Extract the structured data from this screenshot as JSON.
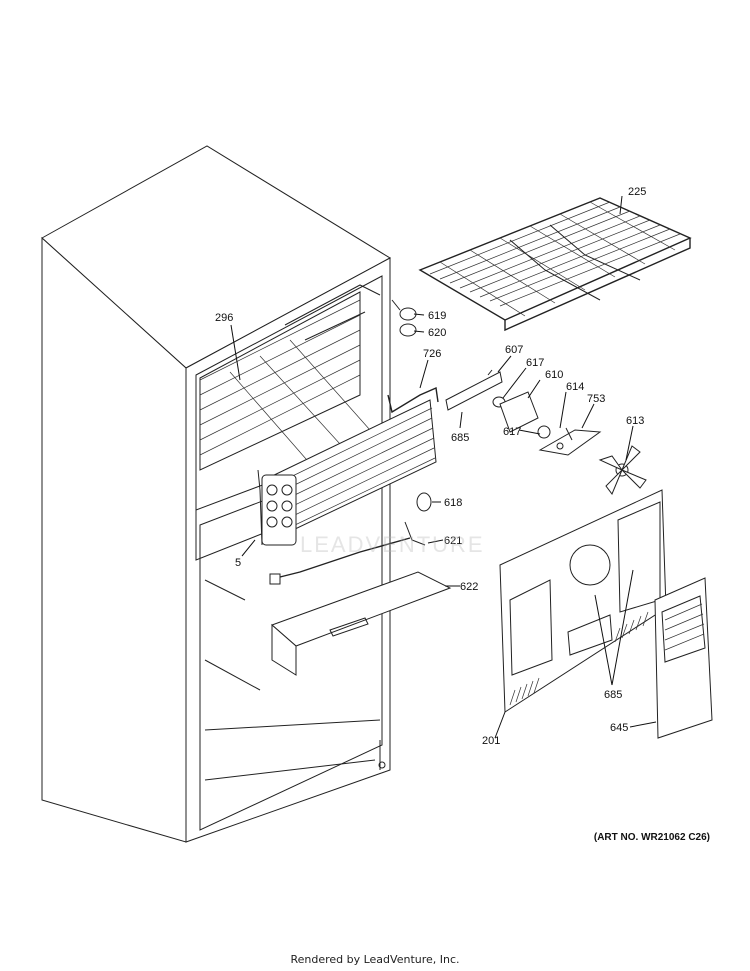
{
  "watermark": "LEADVENTURE",
  "art_number": "(ART NO. WR21062 C26)",
  "footer": "Rendered by LeadVenture, Inc.",
  "callouts": {
    "c225": "225",
    "c296": "296",
    "c619": "619",
    "c620": "620",
    "c726": "726",
    "c607": "607",
    "c617a": "617",
    "c610": "610",
    "c614": "614",
    "c753": "753",
    "c685a": "685",
    "c617b": "617",
    "c613": "613",
    "c618": "618",
    "c5": "5",
    "c621": "621",
    "c622": "622",
    "c685b": "685",
    "c201": "201",
    "c645": "645"
  }
}
